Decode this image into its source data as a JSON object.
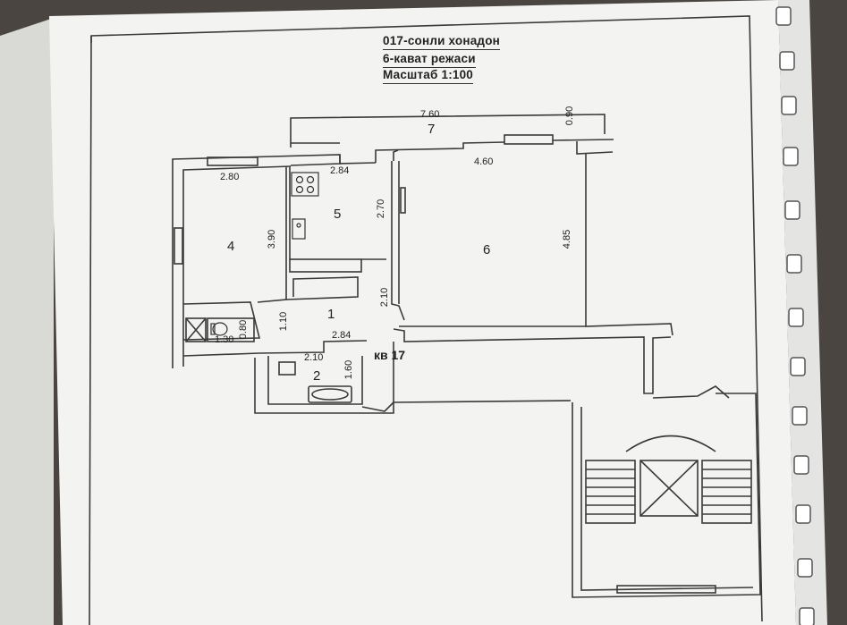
{
  "title": {
    "line1": "017-сонли хонадон",
    "line2": "6-кават режаси",
    "line3": "Масштаб 1:100"
  },
  "apartment_label": "кв 17",
  "rooms": {
    "r1": "1",
    "r2": "2",
    "r4": "4",
    "r5": "5",
    "r6": "6",
    "r7": "7"
  },
  "dimensions": {
    "d_760": "7.60",
    "d_090": "0.90",
    "d_280": "2.80",
    "d_284_top": "2.84",
    "d_460": "4.60",
    "d_270": "2.70",
    "d_390": "3.90",
    "d_485": "4.85",
    "d_210_v": "2.10",
    "d_110": "1.10",
    "d_080": "0.80",
    "d_130": "1.30",
    "d_284_mid": "2.84",
    "d_210_h": "2.10",
    "d_160": "1.60"
  },
  "colors": {
    "paper": "#f3f3f1",
    "line": "#3a3a3a",
    "background": "#4a4540"
  }
}
